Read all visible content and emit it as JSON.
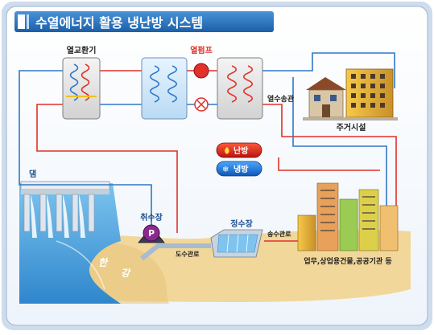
{
  "title": "수열에너지 활용 냉난방 시스템",
  "labels": {
    "heat_exchanger": "열교환기",
    "heat_pump": "열펌프",
    "heat_supply_pipe": "열수송관",
    "residential": "주거시설",
    "dam": "댐",
    "intake_station": "취수장",
    "intake_icon": "P",
    "water_purification": "정수장",
    "water_conduit": "도수관로",
    "water_transmission": "송수관로",
    "commercial": "업무,상업용건물,공공기관 등",
    "river_han_1": "한",
    "river_han_2": "강"
  },
  "legend": {
    "heating": "난방",
    "cooling": "냉방"
  },
  "colors": {
    "title_bar": "#1f6fb8",
    "pipe_hot": "#e0312a",
    "pipe_cold": "#2e78c8",
    "frame_border": "#5a82b6",
    "ground": "#f2d79a",
    "water": "#4aa3e0"
  }
}
